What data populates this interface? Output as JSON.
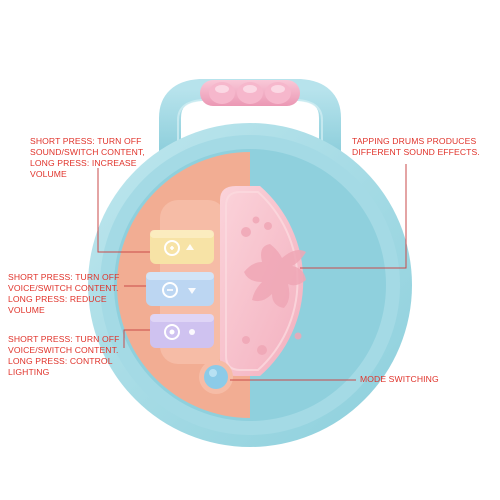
{
  "callouts": {
    "top_left": {
      "lines": [
        "SHORT PRESS: TURN OFF",
        "SOUND/SWITCH CONTENT,",
        "LONG PRESS: INCREASE",
        "VOLUME"
      ]
    },
    "mid_left": {
      "lines": [
        "SHORT PRESS: TURN OFF",
        "VOICE/SWITCH CONTENT.",
        "LONG PRESS: REDUCE",
        "VOLUME"
      ]
    },
    "bottom_left": {
      "lines": [
        "SHORT PRESS: TURN OFF",
        "VOICE/SWITCH CONTENT.",
        "LONG PRESS: CONTROL",
        "LIGHTING"
      ]
    },
    "top_right": {
      "lines": [
        "TAPPING DRUMS PRODUCES",
        "DIFFERENT SOUND EFFECTS."
      ]
    },
    "bottom_right": {
      "lines": [
        "MODE SWITCHING"
      ]
    }
  },
  "colors": {
    "callout_text": "#e0332b",
    "leader_line": "#c94a4a",
    "ring": "#a8dce6",
    "panel": "#f4b49a",
    "drum": "#f7c2cc",
    "key_yellow": "#f7e3a6",
    "key_blue": "#bcd6f2",
    "key_purple": "#cfc2f0",
    "handle_grip": "#f3a9c2"
  },
  "icons": [
    "volume-up-icon",
    "volume-down-icon",
    "light-icon",
    "handprint-icon",
    "mode-switch-icon"
  ]
}
